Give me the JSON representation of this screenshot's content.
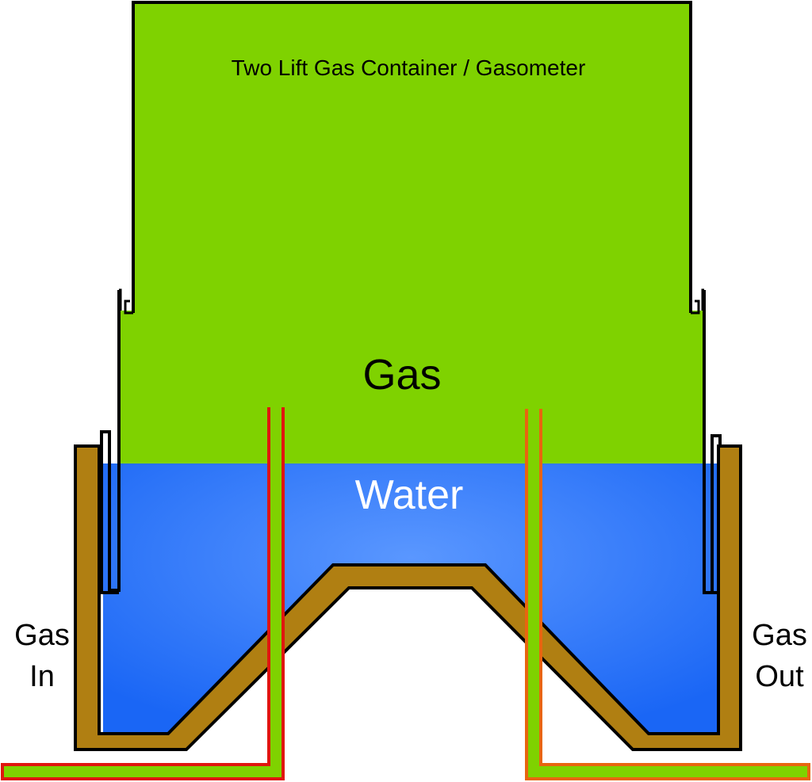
{
  "diagram": {
    "title": "Two Lift Gas Container / Gasometer",
    "gas_label": "Gas",
    "water_label": "Water",
    "inlet_label": [
      "Gas",
      "In"
    ],
    "outlet_label": [
      "Gas",
      "Out"
    ]
  },
  "colors": {
    "gas": "#7fd200",
    "water_edge": "#1a66f5",
    "water_center": "#5a97ff",
    "tank": "#b07f12",
    "outline": "#000000",
    "inlet_pipe": "#e0160f",
    "outlet_pipe": "#e8650f",
    "water_text": "#ffffff"
  }
}
